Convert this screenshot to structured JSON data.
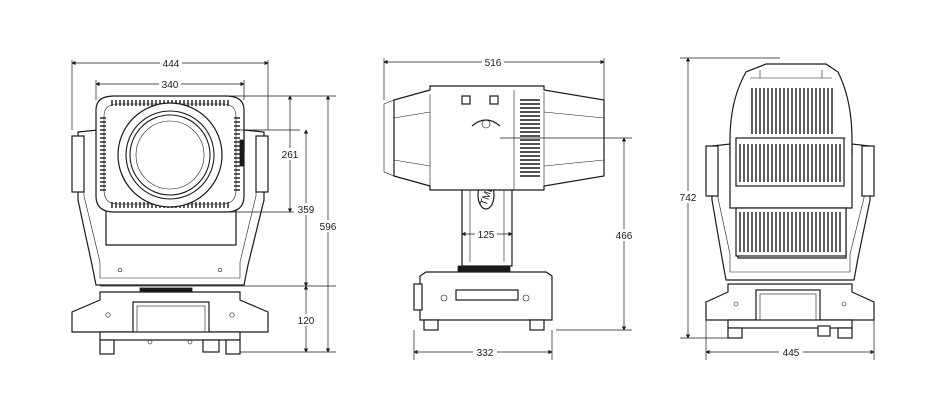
{
  "diagram": {
    "front_view": {
      "dimensions": {
        "overall_width": "444",
        "head_width": "340",
        "lens_height": "261",
        "head_height": "359",
        "overall_height": "596",
        "base_height": "120"
      }
    },
    "side_view": {
      "logo_text": "TMB",
      "dimensions": {
        "head_length": "516",
        "arm_height": "466",
        "arm_width": "125",
        "base_length": "332"
      }
    },
    "back_view": {
      "dimensions": {
        "overall_height": "742",
        "base_width": "445"
      }
    }
  }
}
